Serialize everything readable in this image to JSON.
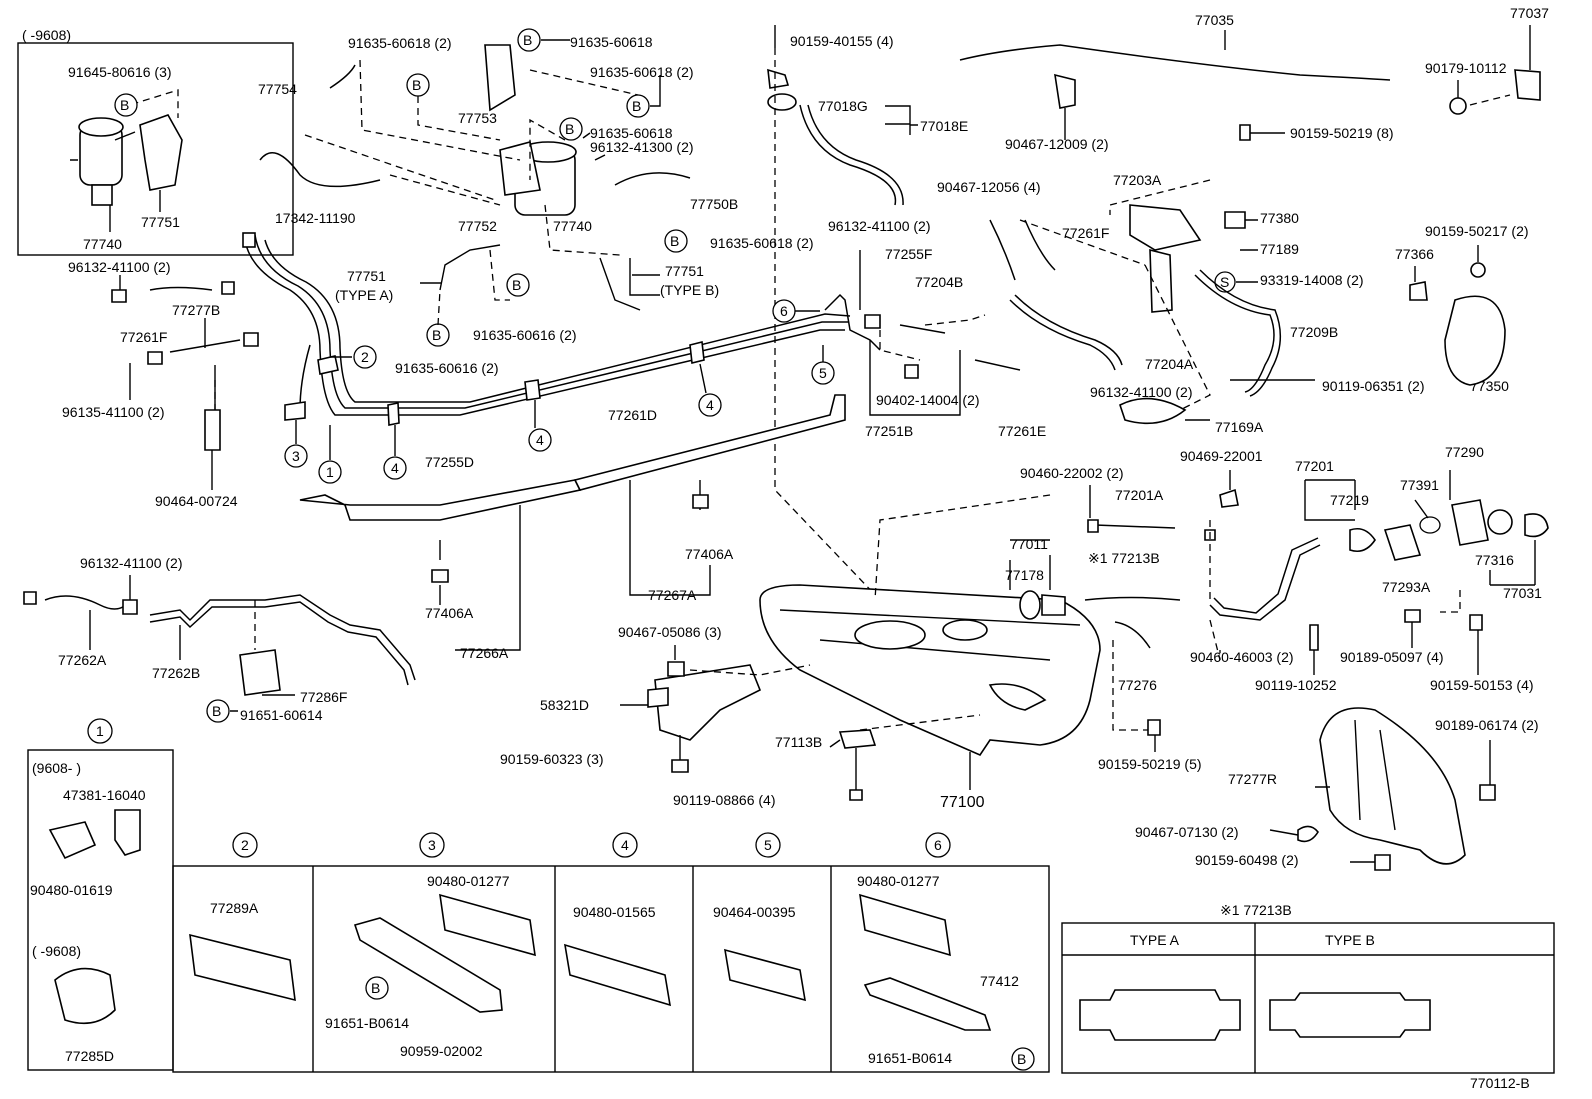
{
  "inset_top_left": {
    "date_range": "(      -9608)"
  },
  "parts": {
    "p91645_80616": "91645-80616 (3)",
    "p77751_inset": "77751",
    "p77740_inset": "77740",
    "p91635_60618_2a": "91635-60618 (2)",
    "p91635_60618_a": "91635-60618",
    "p91635_60618_2b": "91635-60618 (2)",
    "p77754": "77754",
    "p77753": "77753",
    "p91635_60618_b": "91635-60618",
    "p96132_41300": "96132-41300 (2)",
    "p17342_11190": "17342-11190",
    "p77752": "77752",
    "p77740": "77740",
    "p77750B": "77750B",
    "p91635_60618_2c": "91635-60618 (2)",
    "p77751_a": "77751",
    "p77751_a_type": "(TYPE  A)",
    "p77751_b": "77751",
    "p77751_b_type": "(TYPE  B)",
    "p91635_60616_a": "91635-60616 (2)",
    "p91635_60616_b": "91635-60616 (2)",
    "p90159_40155": "90159-40155 (4)",
    "p77018G": "77018G",
    "p77018E": "77018E",
    "p77035": "77035",
    "p77037": "77037",
    "p90179_10112": "90179-10112",
    "p90467_12009": "90467-12009 (2)",
    "p90159_50219_8": "90159-50219 (8)",
    "p90467_12056": "90467-12056 (4)",
    "p77203A": "77203A",
    "p77380": "77380",
    "p77189": "77189",
    "p93319_14008": "93319-14008 (2)",
    "p77366": "77366",
    "p90159_50217": "90159-50217 (2)",
    "p96132_41100_a": "96132-41100 (2)",
    "p77255F": "77255F",
    "p77204B": "77204B",
    "p77261F_r": "77261F",
    "p77209B": "77209B",
    "p77204A": "77204A",
    "p96132_41100_b": "96132-41100 (2)",
    "p90119_06351": "90119-06351 (2)",
    "p77350": "77350",
    "p90402_14004": "90402-14004 (2)",
    "p77251B": "77251B",
    "p77261E": "77261E",
    "p77169A": "77169A",
    "p96132_41100_c": "96132-41100 (2)",
    "p77277B": "77277B",
    "p77261F_l": "77261F",
    "p96135_41100": "96135-41100 (2)",
    "p90464_00724": "90464-00724",
    "p77255D": "77255D",
    "p77261D": "77261D",
    "p77406A_a": "77406A",
    "p77267A": "77267A",
    "p77406A_b": "77406A",
    "p77266A": "77266A",
    "p96132_41100_d": "96132-41100 (2)",
    "p77262A": "77262A",
    "p77262B": "77262B",
    "p77286F": "77286F",
    "p91651_60614": "91651-60614",
    "p90460_22002": "90460-22002 (2)",
    "p90469_22001": "90469-22001",
    "p77201": "77201",
    "p77201A": "77201A",
    "p77219": "77219",
    "p77391": "77391",
    "p77290": "77290",
    "p77011": "77011",
    "p77213B": "※1 77213B",
    "p77178": "77178",
    "p77316": "77316",
    "p77293A": "77293A",
    "p77031": "77031",
    "p90467_05086": "90467-05086 (3)",
    "p58321D": "58321D",
    "p77276": "77276",
    "p90460_46003": "90460-46003 (2)",
    "p90189_05097": "90189-05097 (4)",
    "p90159_50153": "90159-50153 (4)",
    "p90119_10252": "90119-10252",
    "p77113B": "77113B",
    "p90159_60323": "90159-60323 (3)",
    "p90159_50219_5": "90159-50219 (5)",
    "p90189_06174": "90189-06174 (2)",
    "p77277R": "77277R",
    "p77100": "77100",
    "p90119_08866": "90119-08866 (4)",
    "p90467_07130": "90467-07130 (2)",
    "p90159_60498": "90159-60498 (2)"
  },
  "markers": {
    "b": "B",
    "s": "S",
    "n1": "1",
    "n2": "2",
    "n3": "3",
    "n4": "4",
    "n5": "5",
    "n6": "6"
  },
  "panels": {
    "p1_title": "1",
    "p1_date_a": "(9608-      )",
    "p1_47381": "47381-16040",
    "p1_90480": "90480-01619",
    "p1_date_b": "(      -9608)",
    "p1_77285D": "77285D",
    "p2_title": "2",
    "p2_77289A": "77289A",
    "p3_title": "3",
    "p3_90480": "90480-01277",
    "p3_91651": "91651-B0614",
    "p3_90959": "90959-02002",
    "p4_title": "4",
    "p4_90480": "90480-01565",
    "p5_title": "5",
    "p5_90464": "90464-00395",
    "p6_title": "6",
    "p6_90480": "90480-01277",
    "p6_77412": "77412",
    "p6_91651": "91651-B0614"
  },
  "hose_table": {
    "title": "※1 77213B",
    "col_a": "TYPE  A",
    "col_b": "TYPE  B"
  },
  "figure_code": "770112-B"
}
